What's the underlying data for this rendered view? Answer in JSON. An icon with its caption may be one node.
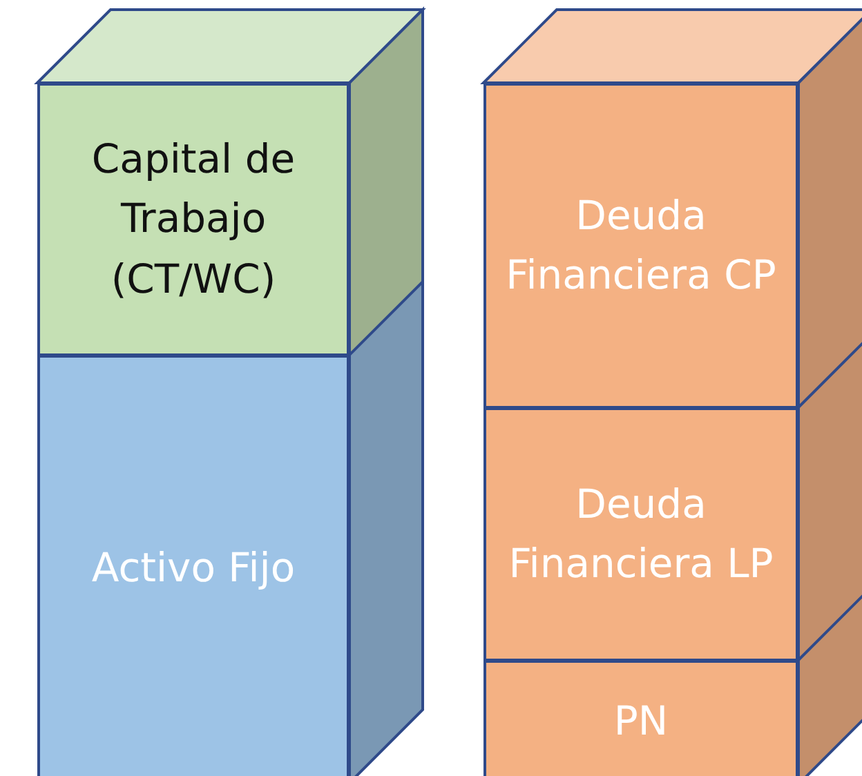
{
  "diagram": {
    "nodes": [
      {
        "text": [
          "Capital de Trabajo (CT/WC)"
        ]
      },
      {
        "text": [
          "Activo Fijo"
        ]
      },
      {
        "text": [
          "Deuda Financiera CP"
        ]
      },
      {
        "text": [
          "Deuda Financiera LP"
        ]
      },
      {
        "text": [
          "PN"
        ]
      }
    ]
  }
}
